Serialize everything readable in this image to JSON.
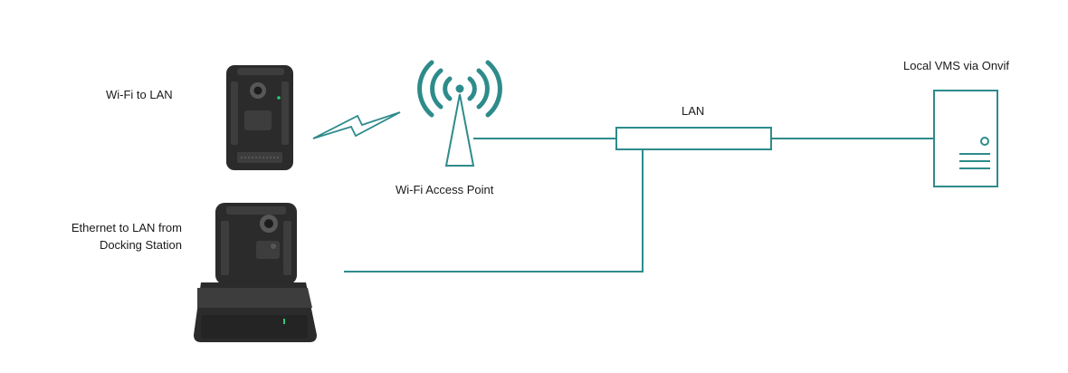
{
  "labels": {
    "wifi_to_lan": "Wi-Fi to LAN",
    "ethernet_line1": "Ethernet to LAN from",
    "ethernet_line2": "Docking Station",
    "access_point": "Wi-Fi  Access Point",
    "lan": "LAN",
    "vms": "Local VMS via Onvif"
  },
  "colors": {
    "link": "#2e8b8b",
    "device_dark": "#2b2b2b",
    "device_mid": "#3d3d3d",
    "device_light": "#575757",
    "led": "#2ecc71"
  },
  "icons": {
    "camera": "body-camera-icon",
    "dock": "docking-station-icon",
    "wireless": "wireless-link-icon",
    "antenna": "wifi-antenna-icon",
    "lan_bus": "lan-bus-icon",
    "server": "server-icon"
  }
}
